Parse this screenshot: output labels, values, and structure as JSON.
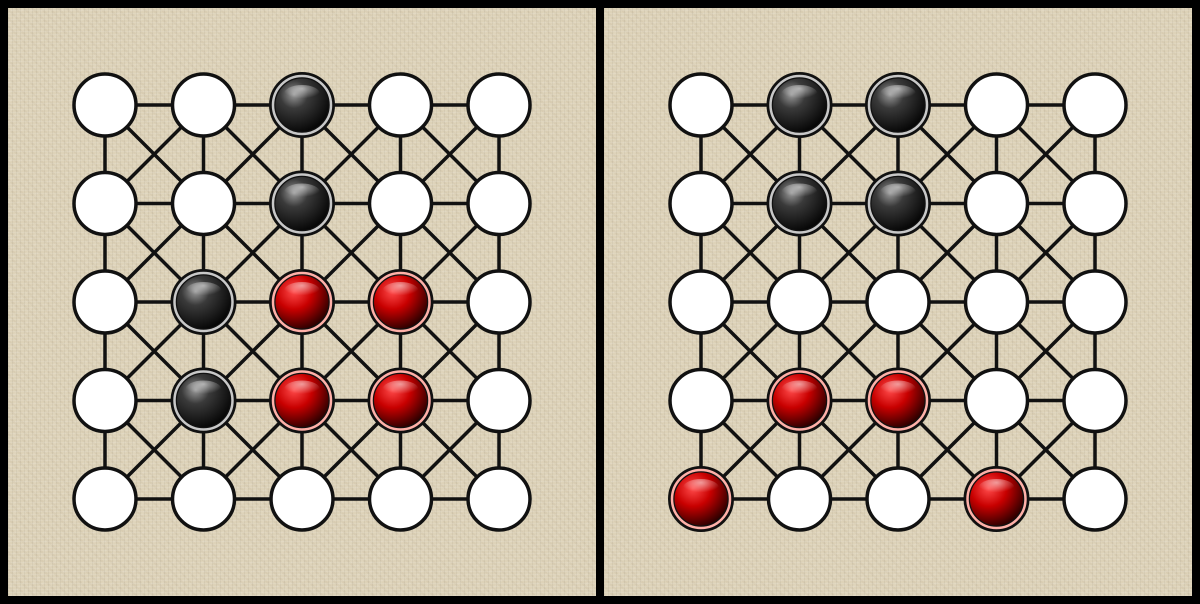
{
  "boards": [
    {
      "name": "left-board",
      "size": 5,
      "pieces": [
        {
          "color": "black",
          "row": 0,
          "col": 2
        },
        {
          "color": "black",
          "row": 1,
          "col": 2
        },
        {
          "color": "black",
          "row": 2,
          "col": 1
        },
        {
          "color": "black",
          "row": 3,
          "col": 1
        },
        {
          "color": "red",
          "row": 2,
          "col": 2
        },
        {
          "color": "red",
          "row": 2,
          "col": 3
        },
        {
          "color": "red",
          "row": 3,
          "col": 2
        },
        {
          "color": "red",
          "row": 3,
          "col": 3
        }
      ]
    },
    {
      "name": "right-board",
      "size": 5,
      "pieces": [
        {
          "color": "black",
          "row": 0,
          "col": 1
        },
        {
          "color": "black",
          "row": 0,
          "col": 2
        },
        {
          "color": "black",
          "row": 1,
          "col": 1
        },
        {
          "color": "black",
          "row": 1,
          "col": 2
        },
        {
          "color": "red",
          "row": 3,
          "col": 1
        },
        {
          "color": "red",
          "row": 3,
          "col": 2
        },
        {
          "color": "red",
          "row": 4,
          "col": 0
        },
        {
          "color": "red",
          "row": 4,
          "col": 3
        }
      ]
    }
  ],
  "colors": {
    "background": "#ddd2b8",
    "frame": "#000000",
    "line": "#111111",
    "empty_point_fill": "#ffffff",
    "black_piece": "#222222",
    "red_piece": "#c80000"
  }
}
